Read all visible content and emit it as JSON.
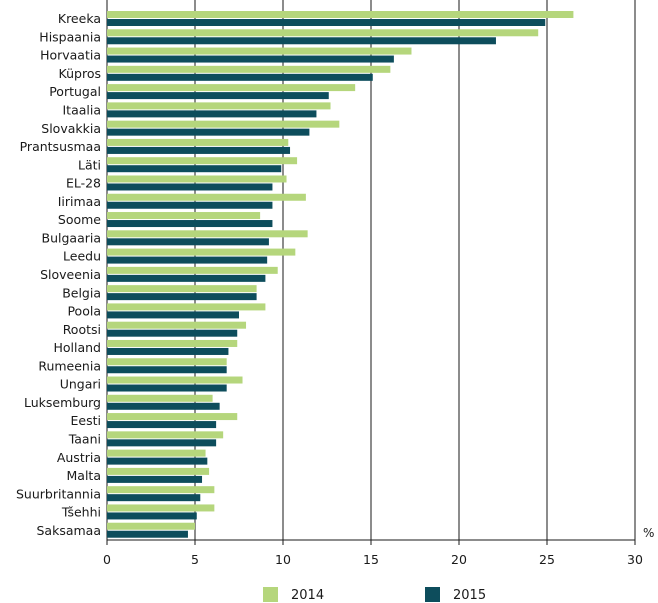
{
  "chart_data": {
    "type": "bar",
    "orientation": "horizontal",
    "categories": [
      "Kreeka",
      "Hispaania",
      "Horvaatia",
      "Küpros",
      "Portugal",
      "Itaalia",
      "Slovakkia",
      "Prantsusmaa",
      "Läti",
      "EL-28",
      "Iirimaa",
      "Soome",
      "Bulgaaria",
      "Leedu",
      "Sloveenia",
      "Belgia",
      "Poola",
      "Rootsi",
      "Holland",
      "Rumeenia",
      "Ungari",
      "Luksemburg",
      "Eesti",
      "Taani",
      "Austria",
      "Malta",
      "Suurbritannia",
      "Tšehhi",
      "Saksamaa"
    ],
    "series": [
      {
        "name": "2014",
        "color": "#b5d67c",
        "values": [
          26.5,
          24.5,
          17.3,
          16.1,
          14.1,
          12.7,
          13.2,
          10.3,
          10.8,
          10.2,
          11.3,
          8.7,
          11.4,
          10.7,
          9.7,
          8.5,
          9.0,
          7.9,
          7.4,
          6.8,
          7.7,
          6.0,
          7.4,
          6.6,
          5.6,
          5.8,
          6.1,
          6.1,
          5.0
        ]
      },
      {
        "name": "2015",
        "color": "#0d4d5c",
        "values": [
          24.9,
          22.1,
          16.3,
          15.1,
          12.6,
          11.9,
          11.5,
          10.4,
          9.9,
          9.4,
          9.4,
          9.4,
          9.2,
          9.1,
          9.0,
          8.5,
          7.5,
          7.4,
          6.9,
          6.8,
          6.8,
          6.4,
          6.2,
          6.2,
          5.7,
          5.4,
          5.3,
          5.1,
          4.6
        ]
      }
    ],
    "xlim": [
      0,
      30
    ],
    "x_ticks": [
      "0",
      "5",
      "10",
      "15",
      "20",
      "25",
      "30"
    ],
    "unit_label": "%",
    "grid": true,
    "legend_position": "bottom"
  }
}
